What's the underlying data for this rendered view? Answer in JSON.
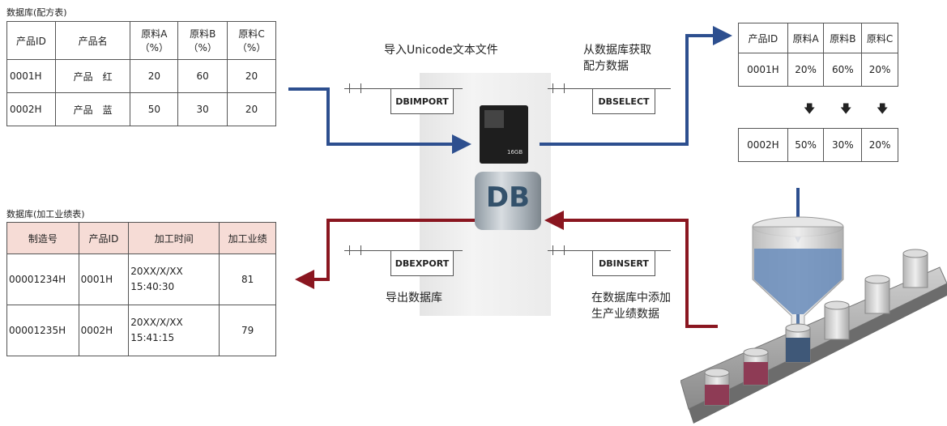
{
  "recipe_db": {
    "caption": "数据库(配方表)",
    "headers": [
      "产品ID",
      "产品名",
      "原料A\n（%）",
      "原料B\n（%）",
      "原料C\n（%）"
    ],
    "rows": [
      [
        "0001H",
        "产品　红",
        "20",
        "60",
        "20"
      ],
      [
        "0002H",
        "产品　蓝",
        "50",
        "30",
        "20"
      ]
    ]
  },
  "production_db": {
    "caption": "数据库(加工业绩表)",
    "headers": [
      "制造号",
      "产品ID",
      "加工时间",
      "加工业绩"
    ],
    "rows": [
      [
        "00001234H",
        "0001H",
        "20XX/X/XX\n15:40:30",
        "81"
      ],
      [
        "00001235H",
        "0002H",
        "20XX/X/XX\n15:41:15",
        "79"
      ]
    ]
  },
  "labels": {
    "import": "导入Unicode文本文件",
    "select": "从数据库获取\n配方数据",
    "export": "导出数据库",
    "insert": "在数据库中添加\n生产业绩数据"
  },
  "commands": {
    "import": "DBIMPORT",
    "select": "DBSELECT",
    "export": "DBEXPORT",
    "insert": "DBINSERT"
  },
  "db_label": "DB",
  "sd_card_text": "16GB",
  "result_table": {
    "headers": [
      "产品ID",
      "原料A",
      "原料B",
      "原料C"
    ],
    "row1": [
      "0001H",
      "20%",
      "60%",
      "20%"
    ],
    "row2": [
      "0002H",
      "50%",
      "30%",
      "20%"
    ]
  },
  "colors": {
    "blue_arrow": "#2d4f8f",
    "red_arrow": "#8a1620",
    "header_pink": "#f6dcd6"
  },
  "icons": [
    "down-arrow-icon"
  ]
}
